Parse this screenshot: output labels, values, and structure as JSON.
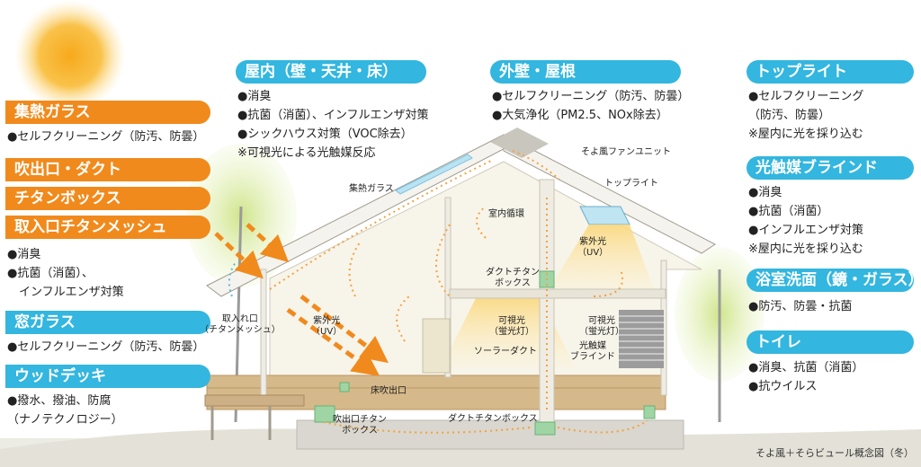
{
  "colors": {
    "orange": "#f18a1c",
    "blue": "#33b6df",
    "sun": "#f7b733",
    "tree": "#a8cf45",
    "ground": "#e9e7df",
    "wood": "#c9a577",
    "frame": "#f7f5ef",
    "uv": "#fde6a8"
  },
  "left": {
    "glass_title": "集熱ガラス",
    "glass_items": [
      "●セルフクリーニング（防汚、防曇）"
    ],
    "outlet_title": "吹出口・ダクト",
    "titanbox_title": "チタンボックス",
    "mesh_title": "取入口チタンメッシュ",
    "mesh_items": [
      "●消臭",
      "●抗菌（消菌）、",
      "　インフルエンザ対策"
    ],
    "window_title": "窓ガラス",
    "window_items": [
      "●セルフクリーニング（防汚、防曇）"
    ],
    "deck_title": "ウッドデッキ",
    "deck_items": [
      "●撥水、撥油、防腐",
      "（ナノテクノロジー）"
    ]
  },
  "center": {
    "interior_title": "屋内（壁・天井・床）",
    "interior_items": [
      "●消臭",
      "●抗菌（消菌）、インフルエンザ対策",
      "●シックハウス対策（VOC除去）",
      "※可視光による光触媒反応"
    ],
    "exterior_title": "外壁・屋根",
    "exterior_items": [
      "●セルフクリーニング（防汚、防曇）",
      "●大気浄化（PM2.5、NOx除去）"
    ]
  },
  "right": {
    "toplight_title": "トップライト",
    "toplight_items": [
      "●セルフクリーニング",
      "（防汚、防曇）",
      "※屋内に光を採り込む"
    ],
    "blind_title": "光触媒ブラインド",
    "blind_items": [
      "●消臭",
      "●抗菌（消菌）",
      "●インフルエンザ対策",
      "※屋内に光を採り込む"
    ],
    "bath_title": "浴室洗面（鏡・ガラス）",
    "bath_items": [
      "●防汚、防曇・抗菌"
    ],
    "toilet_title": "トイレ",
    "toilet_items": [
      "●消臭、抗菌（消菌）",
      "●抗ウイルス"
    ]
  },
  "labels": {
    "fan_unit": "そよ風ファンユニット",
    "glass": "集熱ガラス",
    "toplight": "トップライト",
    "circulation": "室内循環",
    "uv_right": [
      "紫外光",
      "（UV）"
    ],
    "duct_box": [
      "ダクトチタン",
      "ボックス"
    ],
    "intake": [
      "取入れ口",
      "（チタンメッシュ）"
    ],
    "uv_left": [
      "紫外光",
      "（UV）"
    ],
    "visible_center": [
      "可視光",
      "（蛍光灯）"
    ],
    "visible_right": [
      "可視光",
      "（蛍光灯）"
    ],
    "solar_duct": "ソーラーダクト",
    "photo_blind": [
      "光触媒",
      "ブラインド"
    ],
    "floor_outlet": "床吹出口",
    "outlet_box": [
      "吹出口チタン",
      "ボックス"
    ],
    "duct_box_bottom": "ダクトチタンボックス"
  },
  "caption": "そよ風＋そらビュール概念図（冬）"
}
